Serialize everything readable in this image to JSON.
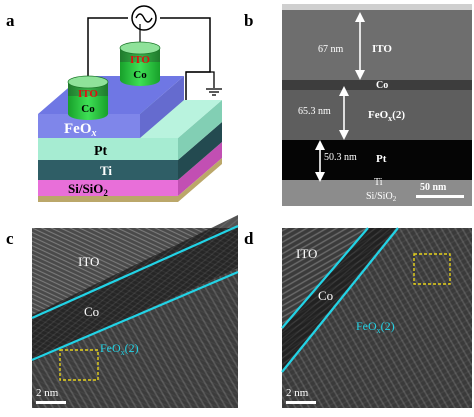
{
  "panels": {
    "a": {
      "letter": "a",
      "layers": {
        "feo": "FeO",
        "feo_sub": "x",
        "pt": "Pt",
        "ti": "Ti",
        "si": "Si/SiO",
        "si_sub": "2"
      },
      "electrode_left": {
        "top": "ITO",
        "bottom": "Co"
      },
      "electrode_right": {
        "top": "ITO",
        "bottom": "Co"
      }
    },
    "b": {
      "letter": "b",
      "ito_thickness": "67 nm",
      "ito_label": "ITO",
      "co_label": "Co",
      "feo_thickness": "65.3 nm",
      "feo_label": "FeO",
      "feo_sub": "x",
      "feo_suffix": "(2)",
      "pt_thickness": "50.3 nm",
      "pt_label": "Pt",
      "ti_label": "Ti",
      "si_label": "Si/SiO",
      "si_sub": "2",
      "scale": "50 nm"
    },
    "c": {
      "letter": "c",
      "ito_label": "ITO",
      "co_label": "Co",
      "feo_label": "FeO",
      "feo_sub": "x",
      "feo_suffix": "(2)",
      "scale": "2 nm"
    },
    "d": {
      "letter": "d",
      "ito_label": "ITO",
      "co_label": "Co",
      "feo_label": "FeO",
      "feo_sub": "x",
      "feo_suffix": "(2)",
      "scale": "2 nm"
    }
  },
  "colors": {
    "feo": "#7f86ea",
    "pt": "#a6ecd2",
    "ti": "#2f5e66",
    "si": "#e86fd9",
    "substrate": "#bba76a",
    "electrode_top": "#2f9a3a",
    "electrode_bottom": "#2fc83e",
    "ito_text": "#e01010",
    "interface_line": "#22d3e6",
    "box": "#e6d21a"
  }
}
